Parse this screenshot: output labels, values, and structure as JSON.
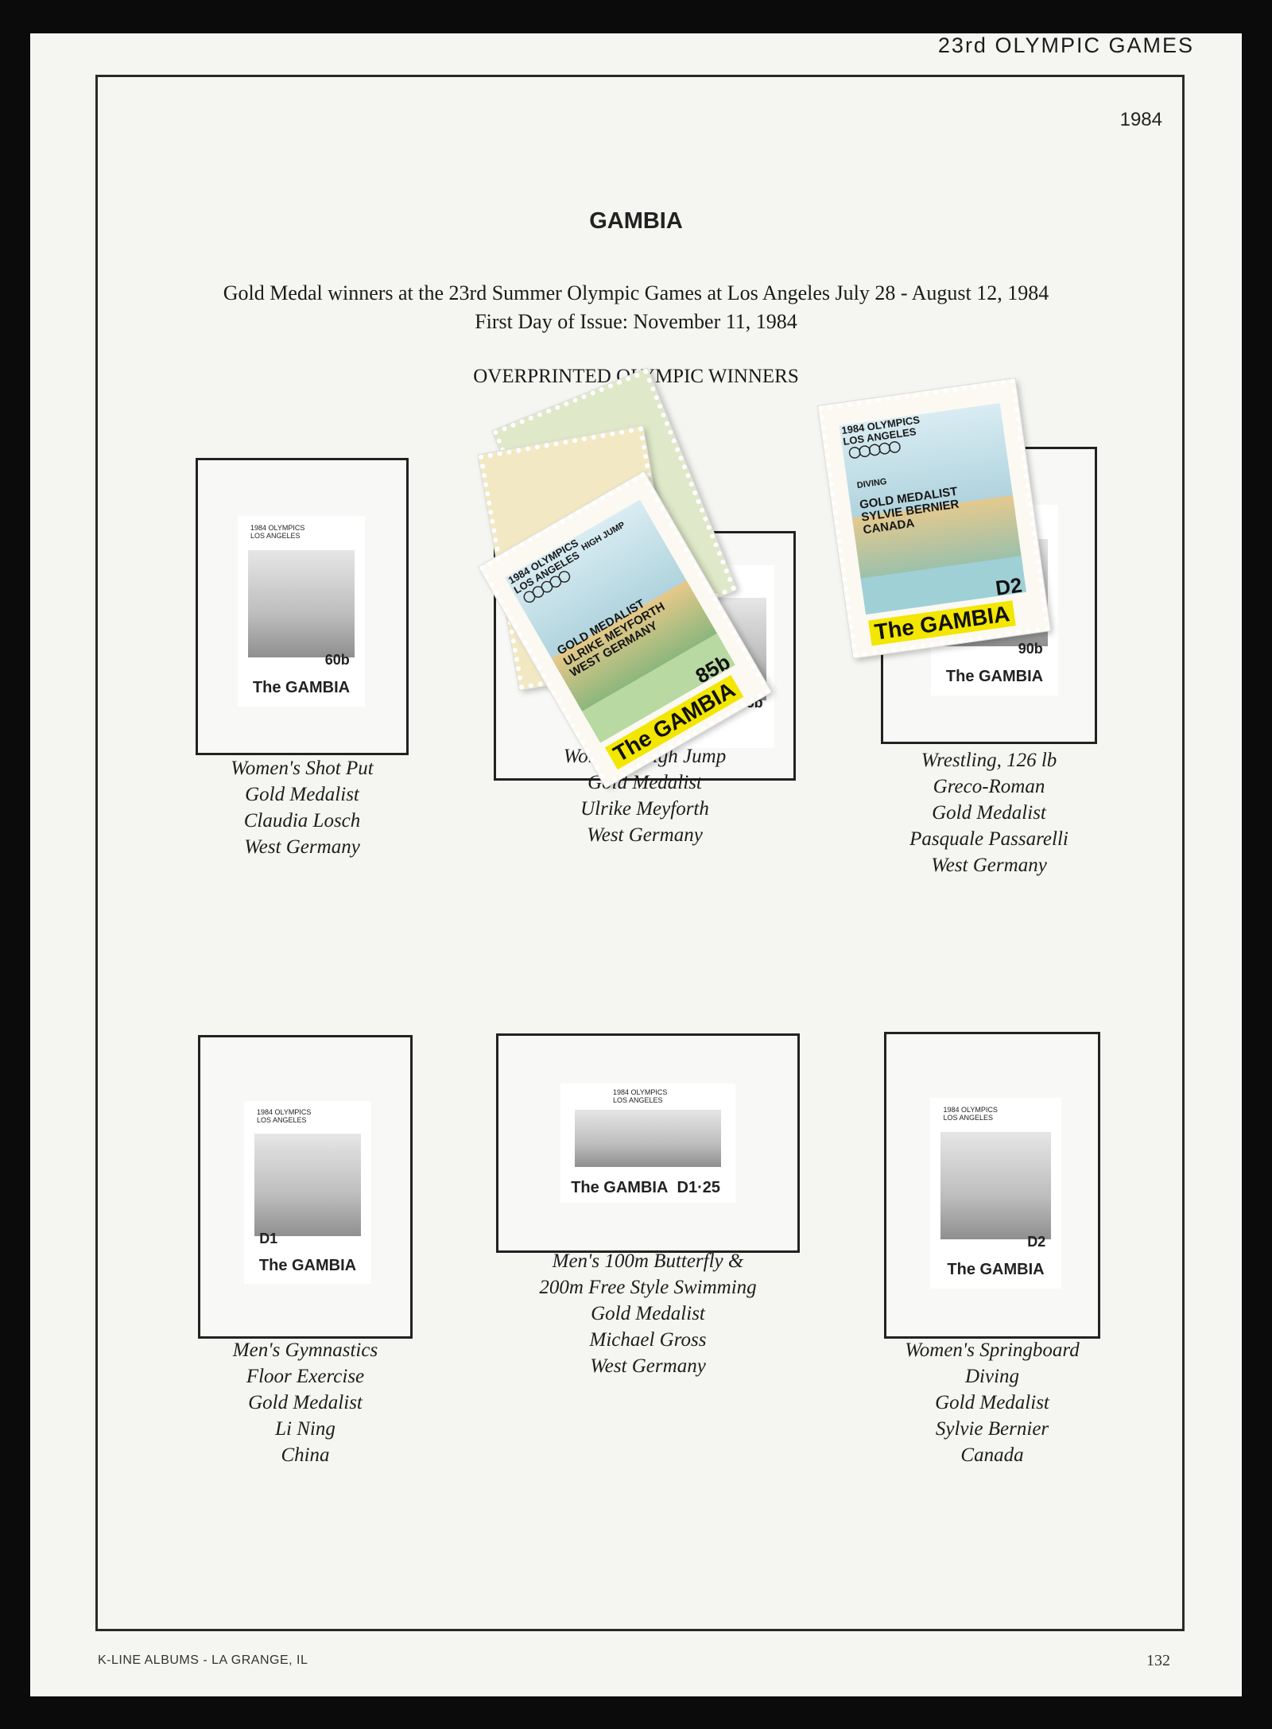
{
  "header": {
    "album_title": "23rd OLYMPIC GAMES",
    "year": "1984"
  },
  "page": {
    "country": "GAMBIA",
    "subtitle_line1": "Gold Medal winners at the 23rd Summer Olympic Games at Los Angeles July 28 - August 12, 1984",
    "subtitle_line2": "First Day of Issue:  November 11, 1984",
    "section_title": "OVERPRINTED OLYMPIC WINNERS"
  },
  "stamp_text": {
    "olympics": "1984 OLYMPICS",
    "city": "LOS ANGELES",
    "issuer": "The GAMBIA"
  },
  "slots": [
    {
      "value": "60b",
      "caption": [
        "Women's Shot Put",
        "Gold Medalist",
        "Claudia Losch",
        "West Germany"
      ]
    },
    {
      "value": "85b",
      "caption": [
        "Women's High Jump",
        "Gold Medalist",
        "Ulrike Meyforth",
        "West Germany"
      ]
    },
    {
      "value": "90b",
      "caption": [
        "Wrestling, 126 lb",
        "Greco-Roman",
        "Gold Medalist",
        "Pasquale Passarelli",
        "West Germany"
      ]
    },
    {
      "value": "D1",
      "caption": [
        "Men's Gymnastics",
        "Floor Exercise",
        "Gold Medalist",
        "Li Ning",
        "China"
      ]
    },
    {
      "value": "D1·25",
      "caption": [
        "Men's 100m Butterfly &",
        "200m Free Style Swimming",
        "Gold Medalist",
        "Michael Gross",
        "West Germany"
      ]
    },
    {
      "value": "D2",
      "caption": [
        "Women's Springboard",
        "Diving",
        "Gold Medalist",
        "Sylvie Bernier",
        "Canada"
      ]
    }
  ],
  "loose_stamps": [
    {
      "value": "85b",
      "overprint": [
        "GOLD MEDALIST",
        "ULRIKE MEYFORTH",
        "WEST GERMANY"
      ],
      "event": "HIGH JUMP"
    },
    {
      "value": "D2",
      "overprint": [
        "GOLD MEDALIST",
        "SYLVIE BERNIER",
        "CANADA"
      ],
      "event": "DIVING"
    }
  ],
  "footer": {
    "publisher": "K-LINE ALBUMS - LA GRANGE, IL",
    "page_number": "132"
  }
}
